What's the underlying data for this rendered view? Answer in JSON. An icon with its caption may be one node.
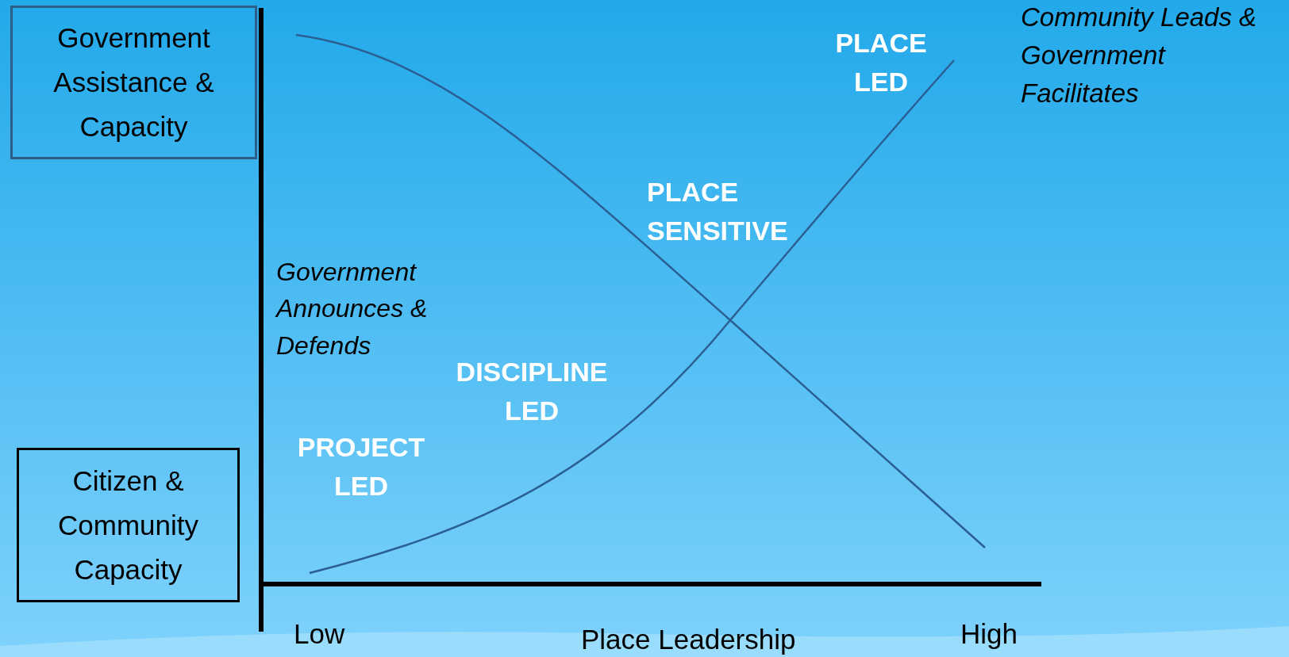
{
  "diagram": {
    "nodes": [
      {
        "text": [
          "Government Assistance & Capacity"
        ]
      },
      {
        "text": [
          "Citizen & Community Capacity"
        ]
      }
    ],
    "labels": [
      "Community Leads & Government Facilitates",
      "PLACE LED",
      "PLACE SENSITIVE",
      "Government Announces & Defends",
      "DISCIPLINE LED",
      "PROJECT LED",
      "Low",
      "Place Leadership",
      "High"
    ]
  }
}
